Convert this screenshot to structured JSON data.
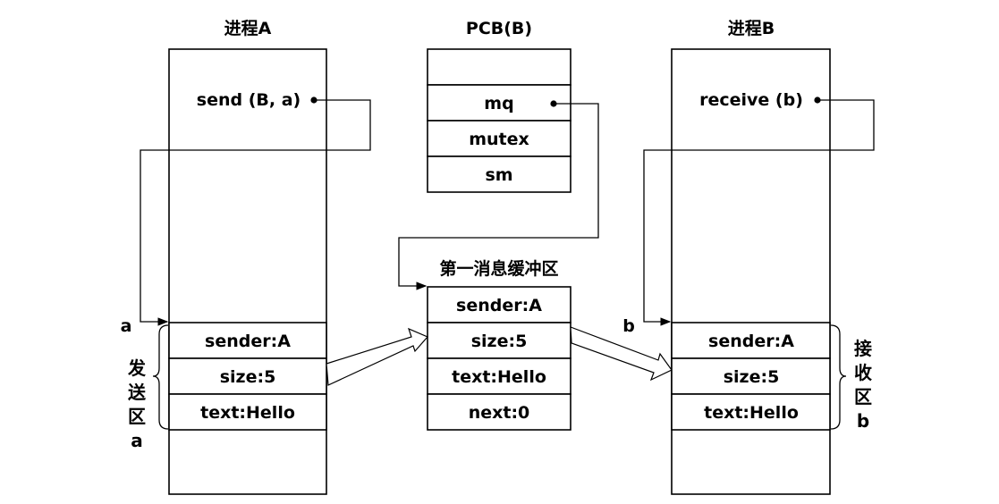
{
  "process_a": {
    "title": "进程A",
    "call": "send (B, a)",
    "region_marker": "a",
    "region_caption": [
      "发",
      "送",
      "区",
      "a"
    ],
    "message": {
      "sender": "sender:A",
      "size": "size:5",
      "text": "text:Hello"
    }
  },
  "pcb_b": {
    "title": "PCB(B)",
    "fields": [
      "mq",
      "mutex",
      "sm"
    ]
  },
  "buffer": {
    "title": "第一消息缓冲区",
    "sender": "sender:A",
    "size": "size:5",
    "text": "text:Hello",
    "next": "next:0"
  },
  "process_b": {
    "title": "进程B",
    "call": "receive (b)",
    "region_marker": "b",
    "region_caption": [
      "接",
      "收",
      "区",
      "b"
    ],
    "message": {
      "sender": "sender:A",
      "size": "size:5",
      "text": "text:Hello"
    }
  },
  "colors": {
    "ink": "#000000",
    "paper": "#ffffff"
  }
}
